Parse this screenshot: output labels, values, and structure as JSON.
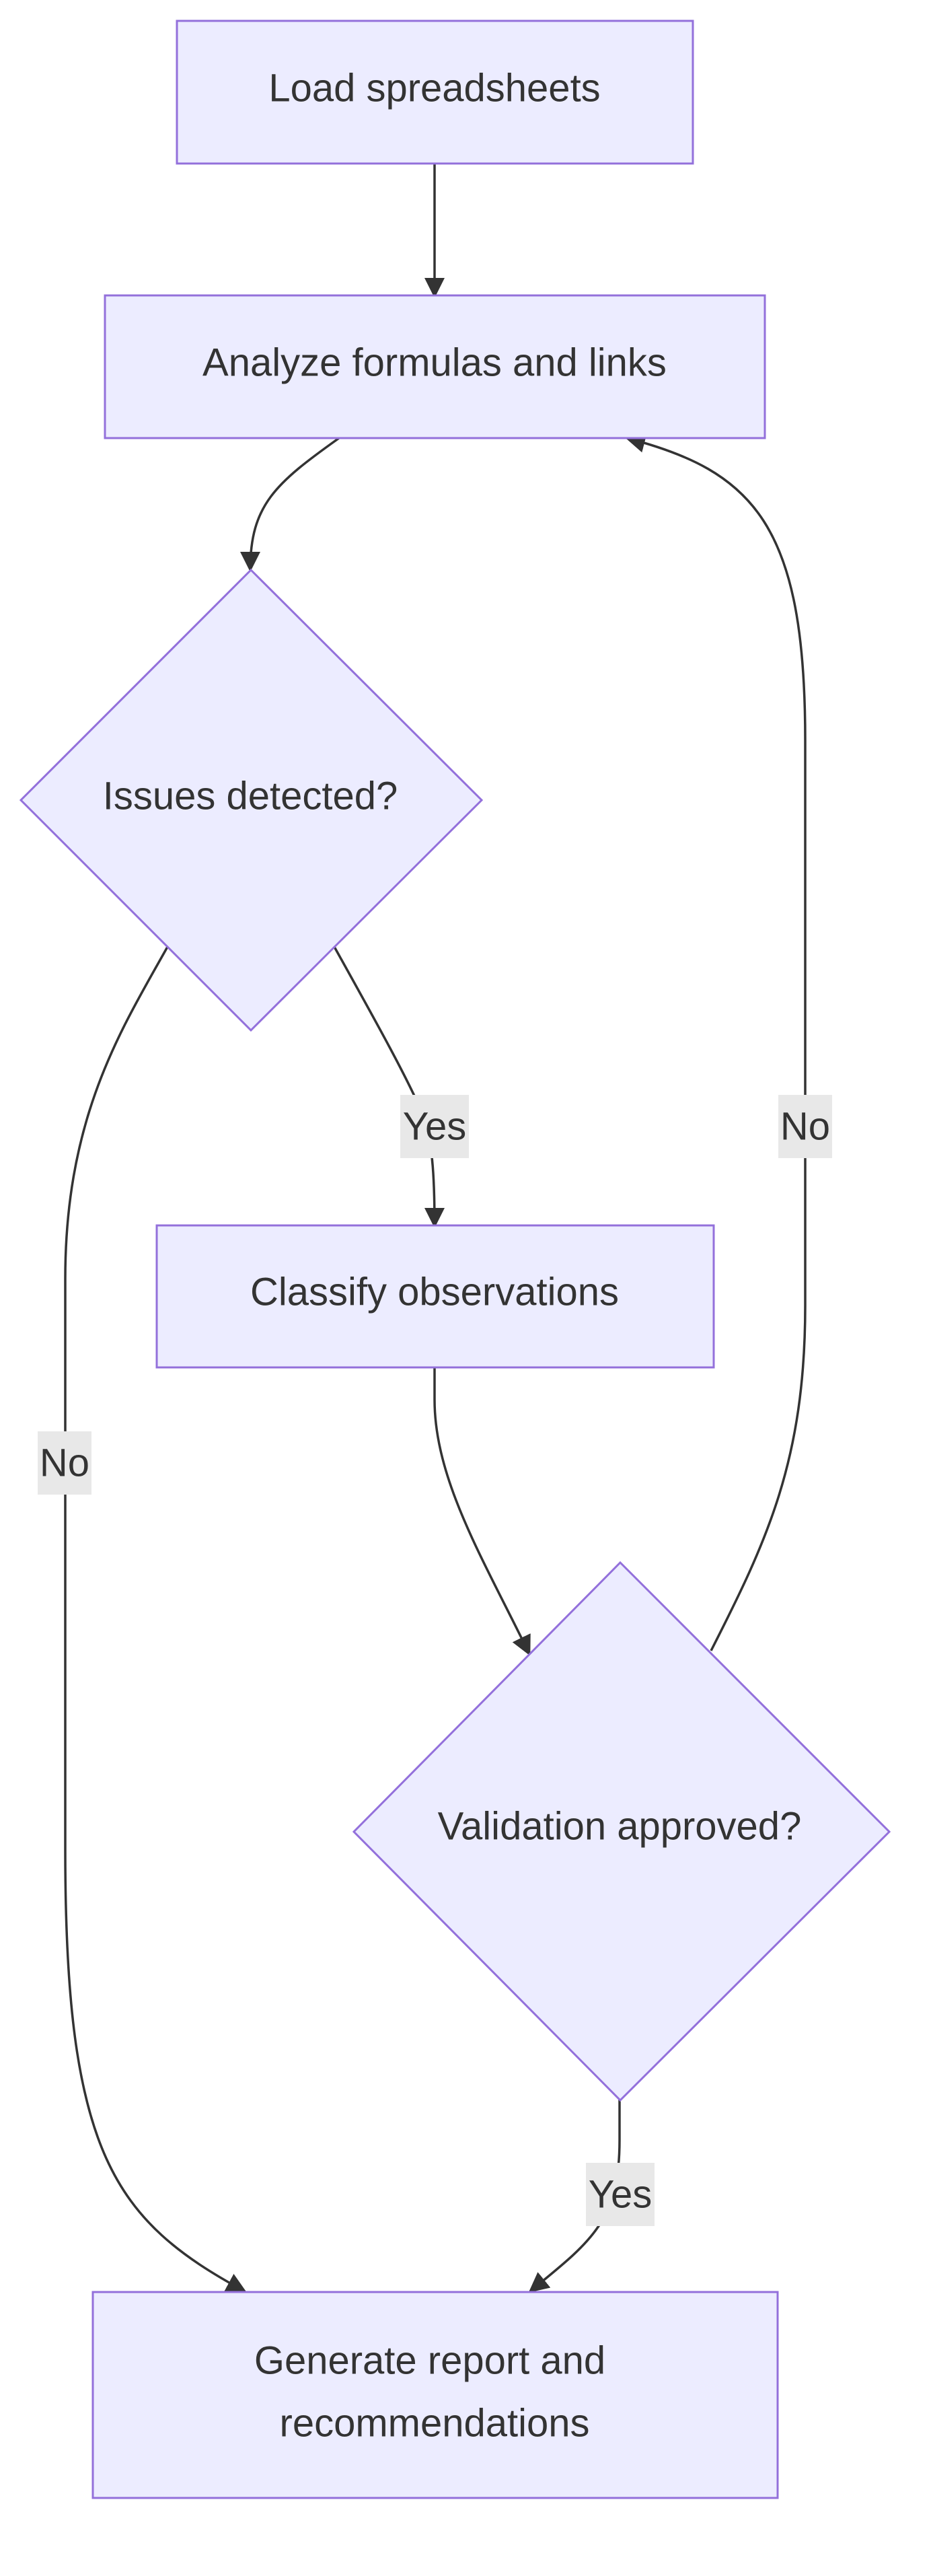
{
  "diagram": {
    "type": "flowchart",
    "colors": {
      "node_fill": "#ECECFF",
      "node_border": "#9370DB",
      "edge": "#333333",
      "label_background": "#E8E8E8",
      "text": "#333333"
    },
    "nodes": {
      "load": {
        "label": "Load spreadsheets",
        "shape": "rectangle"
      },
      "analyze": {
        "label": "Analyze formulas and links",
        "shape": "rectangle"
      },
      "issues": {
        "label": "Issues detected?",
        "shape": "diamond"
      },
      "classify": {
        "label": "Classify observations",
        "shape": "rectangle"
      },
      "validation": {
        "label": "Validation approved?",
        "shape": "diamond"
      },
      "report": {
        "label_line1": "Generate report and",
        "label_line2": "recommendations",
        "shape": "rectangle"
      }
    },
    "edges": {
      "load_to_analyze": {
        "from": "load",
        "to": "analyze",
        "label": ""
      },
      "analyze_to_issues": {
        "from": "analyze",
        "to": "issues",
        "label": ""
      },
      "issues_yes": {
        "from": "issues",
        "to": "classify",
        "label": "Yes"
      },
      "issues_no": {
        "from": "issues",
        "to": "report",
        "label": "No"
      },
      "classify_to_validation": {
        "from": "classify",
        "to": "validation",
        "label": ""
      },
      "validation_no": {
        "from": "validation",
        "to": "analyze",
        "label": "No"
      },
      "validation_yes": {
        "from": "validation",
        "to": "report",
        "label": "Yes"
      }
    }
  }
}
